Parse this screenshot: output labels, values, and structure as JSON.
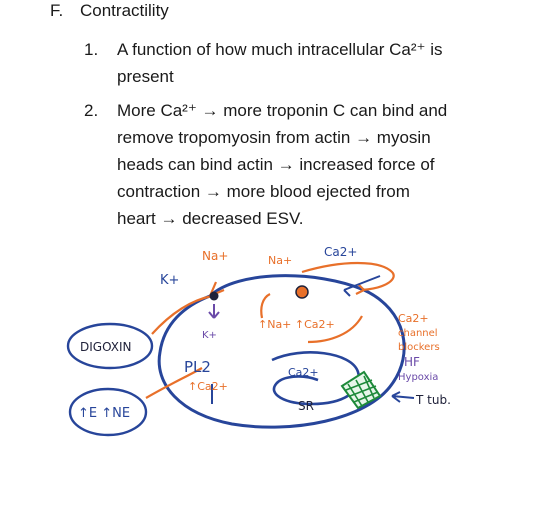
{
  "section": {
    "letter": "F.",
    "title": "Contractility"
  },
  "list": [
    {
      "number": "1.",
      "lines": [
        "A function of how much intracellular Ca²⁺ is",
        "present"
      ]
    },
    {
      "number": "2.",
      "lines": [
        "More Ca²⁺ → more troponin C can bind and",
        "remove tropomyosin from actin → myosin",
        "heads can bind actin → increased force of",
        "contraction → more blood ejected from",
        "heart → decreased ESV."
      ]
    }
  ],
  "sketch": {
    "labels": {
      "k_plus": "K+",
      "na_plus_1": "Na+",
      "na_plus_2": "Na+",
      "ca_2plus_top": "Ca2+",
      "k_plus_small": "K+",
      "up_na_up_ca": "↑Na+ ↑Ca2+",
      "digoxin": "DIGOXIN",
      "pl2": "PL2",
      "up_ca_2plus": "↑Ca2+",
      "ca_2plus_sr": "Ca2+",
      "sr": "SR",
      "ca_channel": "Ca2+",
      "channel": "channel",
      "blockers": "blockers",
      "hf": "HF",
      "hypoxia": "Hypoxia",
      "t_tub": "T tub.",
      "epi_ne": "↑E ↑NE"
    },
    "colors": {
      "blue_ink": "#27459a",
      "orange_ink": "#e8702a",
      "green_ink": "#1e8a3a",
      "purple_ink": "#6a4aa8",
      "dark_ink": "#20223a"
    }
  }
}
